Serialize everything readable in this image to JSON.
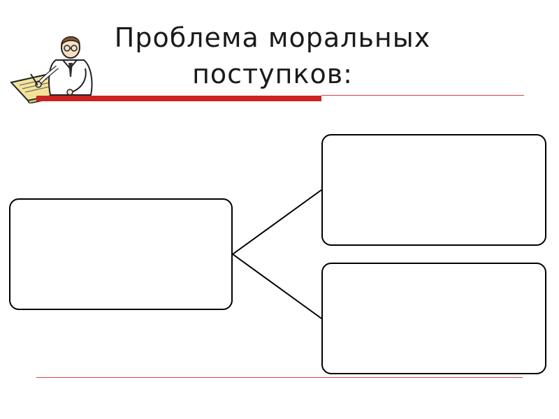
{
  "slide": {
    "title": "Проблема моральных поступков:"
  },
  "icons": {
    "clipart": "scholar-writing-icon"
  },
  "colors": {
    "accent_rule": "#cc2222",
    "thin_rule": "#cc4444",
    "box_border": "#000000"
  },
  "diagram": {
    "boxes": [
      {
        "id": "source",
        "text": ""
      },
      {
        "id": "branch-top",
        "text": ""
      },
      {
        "id": "branch-bottom",
        "text": ""
      }
    ]
  }
}
